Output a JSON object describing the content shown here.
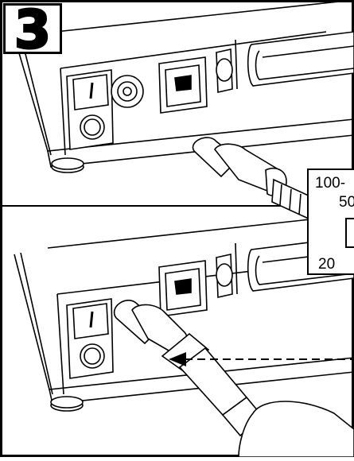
{
  "step_badge": {
    "number": "3"
  },
  "power_label": {
    "line1": "100-",
    "line2": "50",
    "line3": "20"
  }
}
